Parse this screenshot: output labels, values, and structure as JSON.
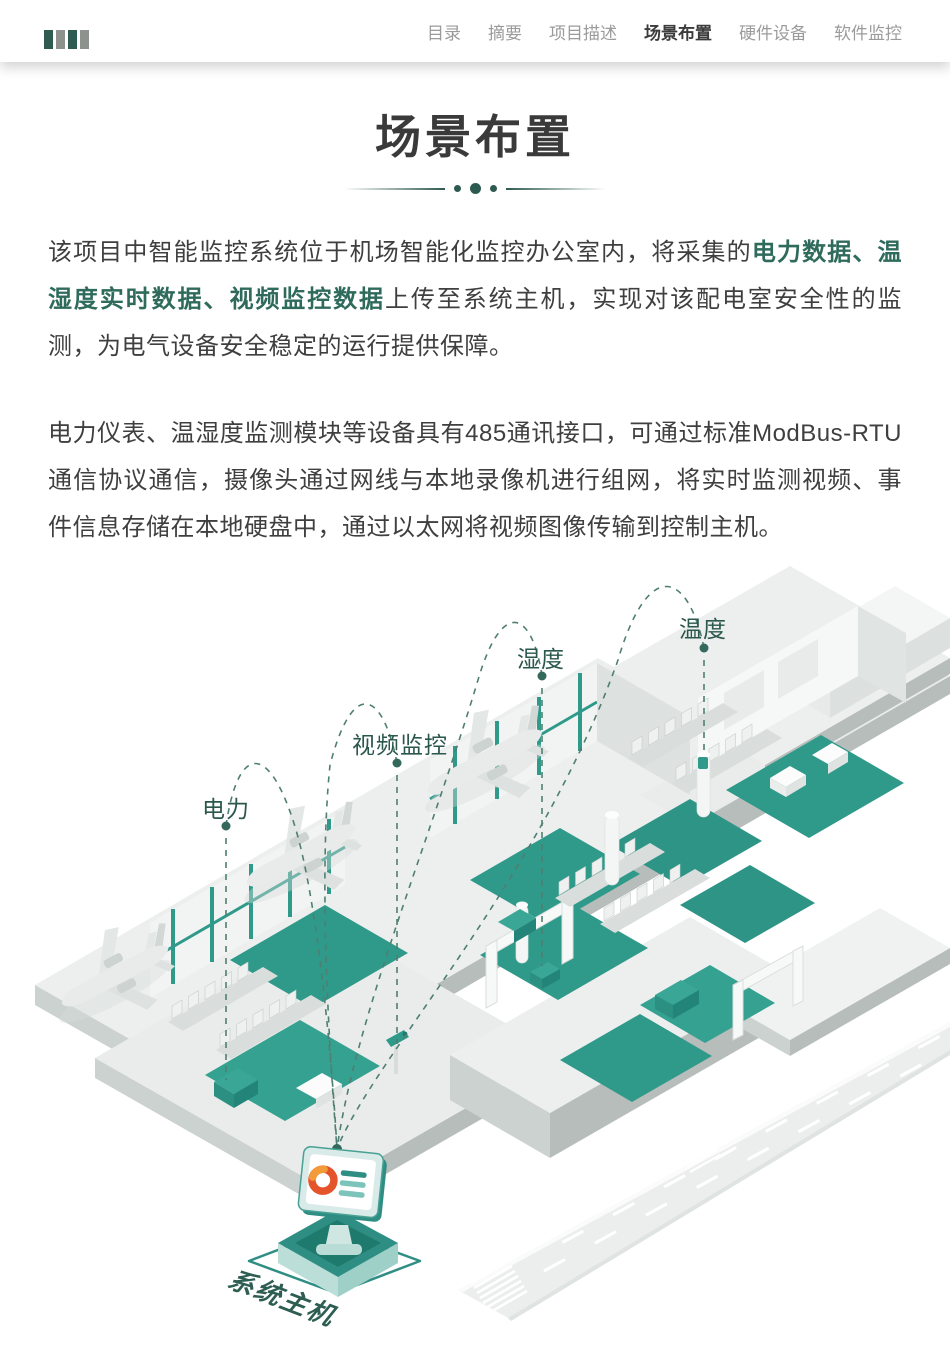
{
  "header": {
    "logo_bar_colors": [
      "#2e5c50",
      "#8d928f",
      "#2e5c50",
      "#8d928f"
    ],
    "nav": [
      {
        "label": "目录",
        "active": false
      },
      {
        "label": "摘要",
        "active": false
      },
      {
        "label": "项目描述",
        "active": false
      },
      {
        "label": "场景布置",
        "active": true
      },
      {
        "label": "硬件设备",
        "active": false
      },
      {
        "label": "软件监控",
        "active": false
      }
    ]
  },
  "title": "场景布置",
  "paragraphs": [
    {
      "runs": [
        {
          "text": "该项目中智能监控系统位于机场智能化监控办公室内，将采集的",
          "highlight": false
        },
        {
          "text": "电力数据、温湿度实时数据、视频监控数据",
          "highlight": true
        },
        {
          "text": "上传至系统主机，实现对该配电室安全性的监测，为电气设备安全稳定的运行提供保障。",
          "highlight": false
        }
      ]
    },
    {
      "runs": [
        {
          "text": "电力仪表、温湿度监测模块等设备具有485通讯接口，可通过标准ModBus-RTU通信协议通信，摄像头通过网线与本地录像机进行组网，将实时监测视频、事件信息存储在本地硬盘中，通过以太网将视频图像传输到控制主机。",
          "highlight": false
        }
      ]
    }
  ],
  "diagram": {
    "labels": {
      "power": "电力",
      "video": "视频监控",
      "humidity": "湿度",
      "temperature": "温度",
      "host": "系统主机"
    },
    "colors": {
      "teal_floor": "#2f998a",
      "leader_line": "#4f7f72",
      "label_text": "#2b574c",
      "accent_green": "#2f6b5b",
      "donut_orange": "#e4532a"
    }
  }
}
